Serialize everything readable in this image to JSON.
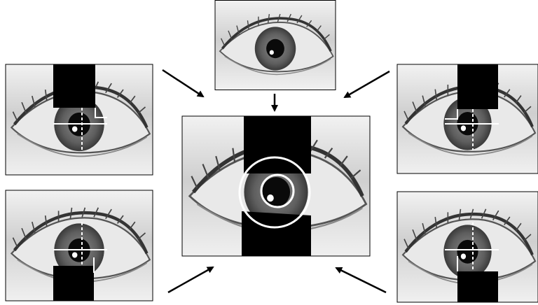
{
  "figure": {
    "description_free": true,
    "panels": [
      {
        "id": "top-center",
        "kind": "original-eye"
      },
      {
        "id": "left-top",
        "kind": "partial-mask",
        "mask_side": "top"
      },
      {
        "id": "left-bottom",
        "kind": "partial-mask",
        "mask_side": "bottom"
      },
      {
        "id": "right-top",
        "kind": "partial-mask",
        "mask_side": "top"
      },
      {
        "id": "right-bottom",
        "kind": "partial-mask",
        "mask_side": "bottom"
      },
      {
        "id": "center",
        "kind": "segmented-result"
      }
    ],
    "colors": {
      "mask": "#000000",
      "overlay": "#ffffff",
      "skin": "#d8d8d8",
      "iris": "#6a6a6a",
      "pupil": "#0a0a0a"
    }
  }
}
